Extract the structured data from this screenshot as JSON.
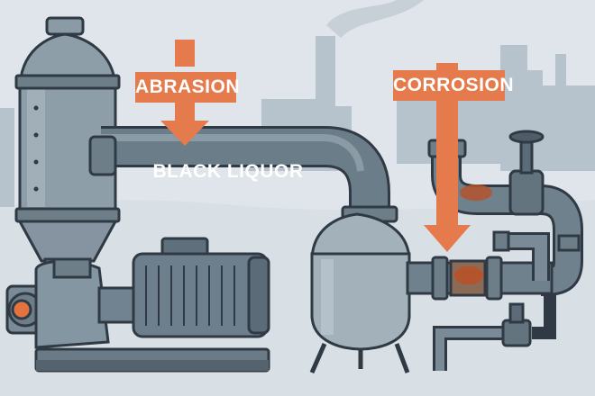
{
  "labels": {
    "abrasion": "ABRASION",
    "corrosion": "CORROSION",
    "pipe": "BLACK LIQUOR"
  },
  "colors": {
    "sky": "#dfe5ea",
    "factory": "#b6c2cc",
    "steel": "#7f909d",
    "steel_dark": "#4f5d68",
    "outline": "#2f3a44",
    "accent_orange": "#e57a4c",
    "rust": "#b4542d"
  },
  "icons": [
    "abrasion-arrow-icon",
    "corrosion-arrow-icon",
    "smoke-icon",
    "pump-motor-icon",
    "valve-wheel-icon"
  ]
}
